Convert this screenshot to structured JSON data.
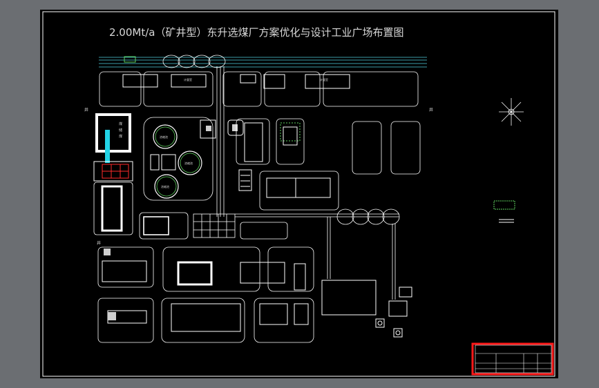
{
  "title": "2.00Mt/a（矿井型）东升选煤厂方案优化与设计工业广场布置图",
  "labels": {
    "top_left_box": "",
    "top_bld_1": "",
    "top_bld_1_sub": "",
    "top_bld_2": "计量室",
    "top_bld_2_sub": "",
    "top_bld_3": "",
    "top_bld_4": "",
    "top_bld_4_sub": "",
    "top_bld_5": "计量室",
    "top_bld_5_sub": "",
    "coal_box": "煤",
    "coal_box_2": "储",
    "coal_box_3": "煤",
    "tank1": "浓缩池",
    "tank2": "浓缩池",
    "tank3": "浓缩池",
    "well_left": "井",
    "well_right": "井",
    "well_bottom": "井",
    "bld_mid_tall": "",
    "bld_right_small": "",
    "bld_right_1": "",
    "bld_right_2": "",
    "bld_right_sub": "",
    "bld_store": "",
    "bld_store_sub": "",
    "bld_left_red": "",
    "bld_left_red_sub": "",
    "bld_office": "",
    "bld_office_sub": "",
    "bld_grid_label": "",
    "bld_center_small": "",
    "bld_center_small_sub": "",
    "bld_bottom_1": "",
    "bld_bottom_1_sub": "",
    "bld_bottom_2": "",
    "bld_bottom_3": "",
    "bld_bottom_3_sub": "",
    "bld_bottom_4": "",
    "bld_bottom_5": "",
    "bld_bottom_6": "",
    "bld_bottom_6_sub": "",
    "bld_bottom_7": "",
    "bld_bottom_8": "",
    "bld_large_right": "",
    "bld_large_right_sub": "",
    "bld_corner_small": "",
    "bld_corner_small_sub": "",
    "bld_corner_top": "",
    "bld_bottom_tiny_1": "",
    "bld_bottom_tiny_2": "",
    "compass_label": "",
    "legend_title": "",
    "legend_item_1": "",
    "legend_item_2": ""
  },
  "title_block": {
    "heading": "",
    "cell_a": "",
    "cell_b": "",
    "cell_c": ""
  },
  "colors": {
    "line": "#ffffff",
    "green": "#5fd35f",
    "red": "#ff1a1a",
    "cyan": "#22d3e6",
    "grey": "#cfcfcf"
  }
}
